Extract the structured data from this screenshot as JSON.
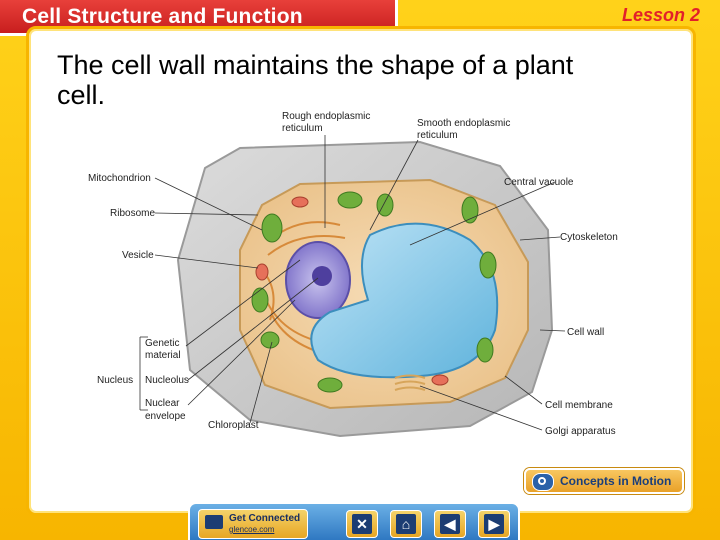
{
  "header": {
    "title": "Cell Structure and Function",
    "lesson": "Lesson 2"
  },
  "body_text": "The cell wall maintains the shape of a plant cell.",
  "diagram": {
    "labels": {
      "rough_er": [
        "Rough endoplasmic",
        "reticulum"
      ],
      "smooth_er": [
        "Smooth endoplasmic",
        "reticulum"
      ],
      "mitochondrion": "Mitochondrion",
      "ribosome": "Ribosome",
      "vesicle": "Vesicle",
      "genetic_material": [
        "Genetic",
        "material"
      ],
      "nucleus": "Nucleus",
      "nucleolus": "Nucleolus",
      "nuclear_envelope": [
        "Nuclear",
        "envelope"
      ],
      "chloroplast": "Chloroplast",
      "central_vacuole": "Central vacuole",
      "cytoskeleton": "Cytoskeleton",
      "cell_wall": "Cell wall",
      "cell_membrane": "Cell membrane",
      "golgi": "Golgi apparatus"
    }
  },
  "buttons": {
    "concepts": "Concepts in Motion",
    "get_connected_title": "Get Connected",
    "get_connected_sub": "glencoe.com",
    "close_glyph": "✕",
    "home_glyph": "⌂",
    "prev_glyph": "◀",
    "next_glyph": "▶"
  },
  "icons": [
    "film-reel-icon",
    "monitor-icon",
    "close-icon",
    "home-icon",
    "previous-icon",
    "next-icon"
  ],
  "colors": {
    "frame": "#f7b500",
    "title_bar": "#d42a26",
    "nav": "#2f78c2"
  }
}
